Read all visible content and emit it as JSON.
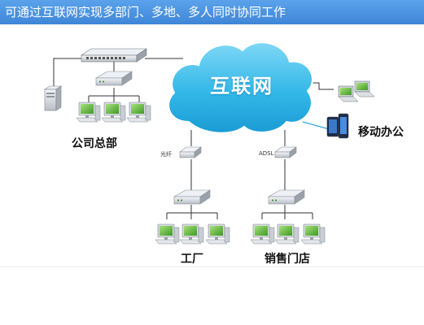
{
  "header": {
    "title": "可通过互联网实现多部门、多地、多人同时协同工作"
  },
  "cloud": {
    "label": "互联网"
  },
  "nodes": {
    "headquarters": "公司总部",
    "mobile_office": "移动办公",
    "factory": "工厂",
    "store": "销售门店"
  },
  "links": {
    "fiber": "光纤",
    "adsl": "ADSL"
  },
  "colors": {
    "header_bg": "#4a94e2",
    "cloud": "#2fb6e6",
    "screen": "#6cc03f",
    "device": "#d9dde2",
    "line": "#333333"
  }
}
